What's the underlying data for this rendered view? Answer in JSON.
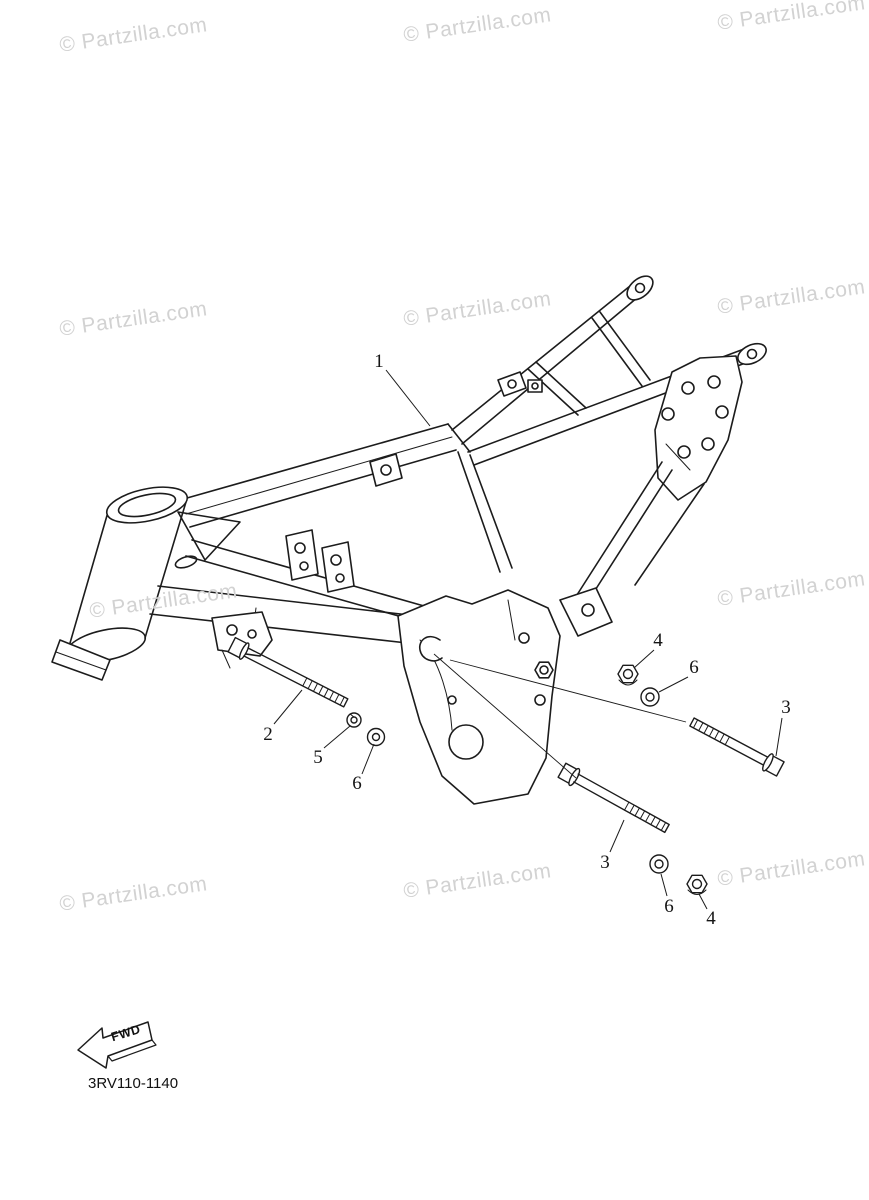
{
  "colors": {
    "ink": "#1c1c1c",
    "watermark": "#d2d2d2",
    "background": "#ffffff"
  },
  "watermark": {
    "text": "© Partzilla.com"
  },
  "diagram": {
    "code": "3RV110-1140",
    "fwd_label": "FWD",
    "callouts": [
      {
        "label": "1"
      },
      {
        "label": "2"
      },
      {
        "label": "5"
      },
      {
        "label": "6"
      },
      {
        "label": "4"
      },
      {
        "label": "6"
      },
      {
        "label": "3"
      },
      {
        "label": "3"
      },
      {
        "label": "6"
      },
      {
        "label": "4"
      }
    ]
  }
}
